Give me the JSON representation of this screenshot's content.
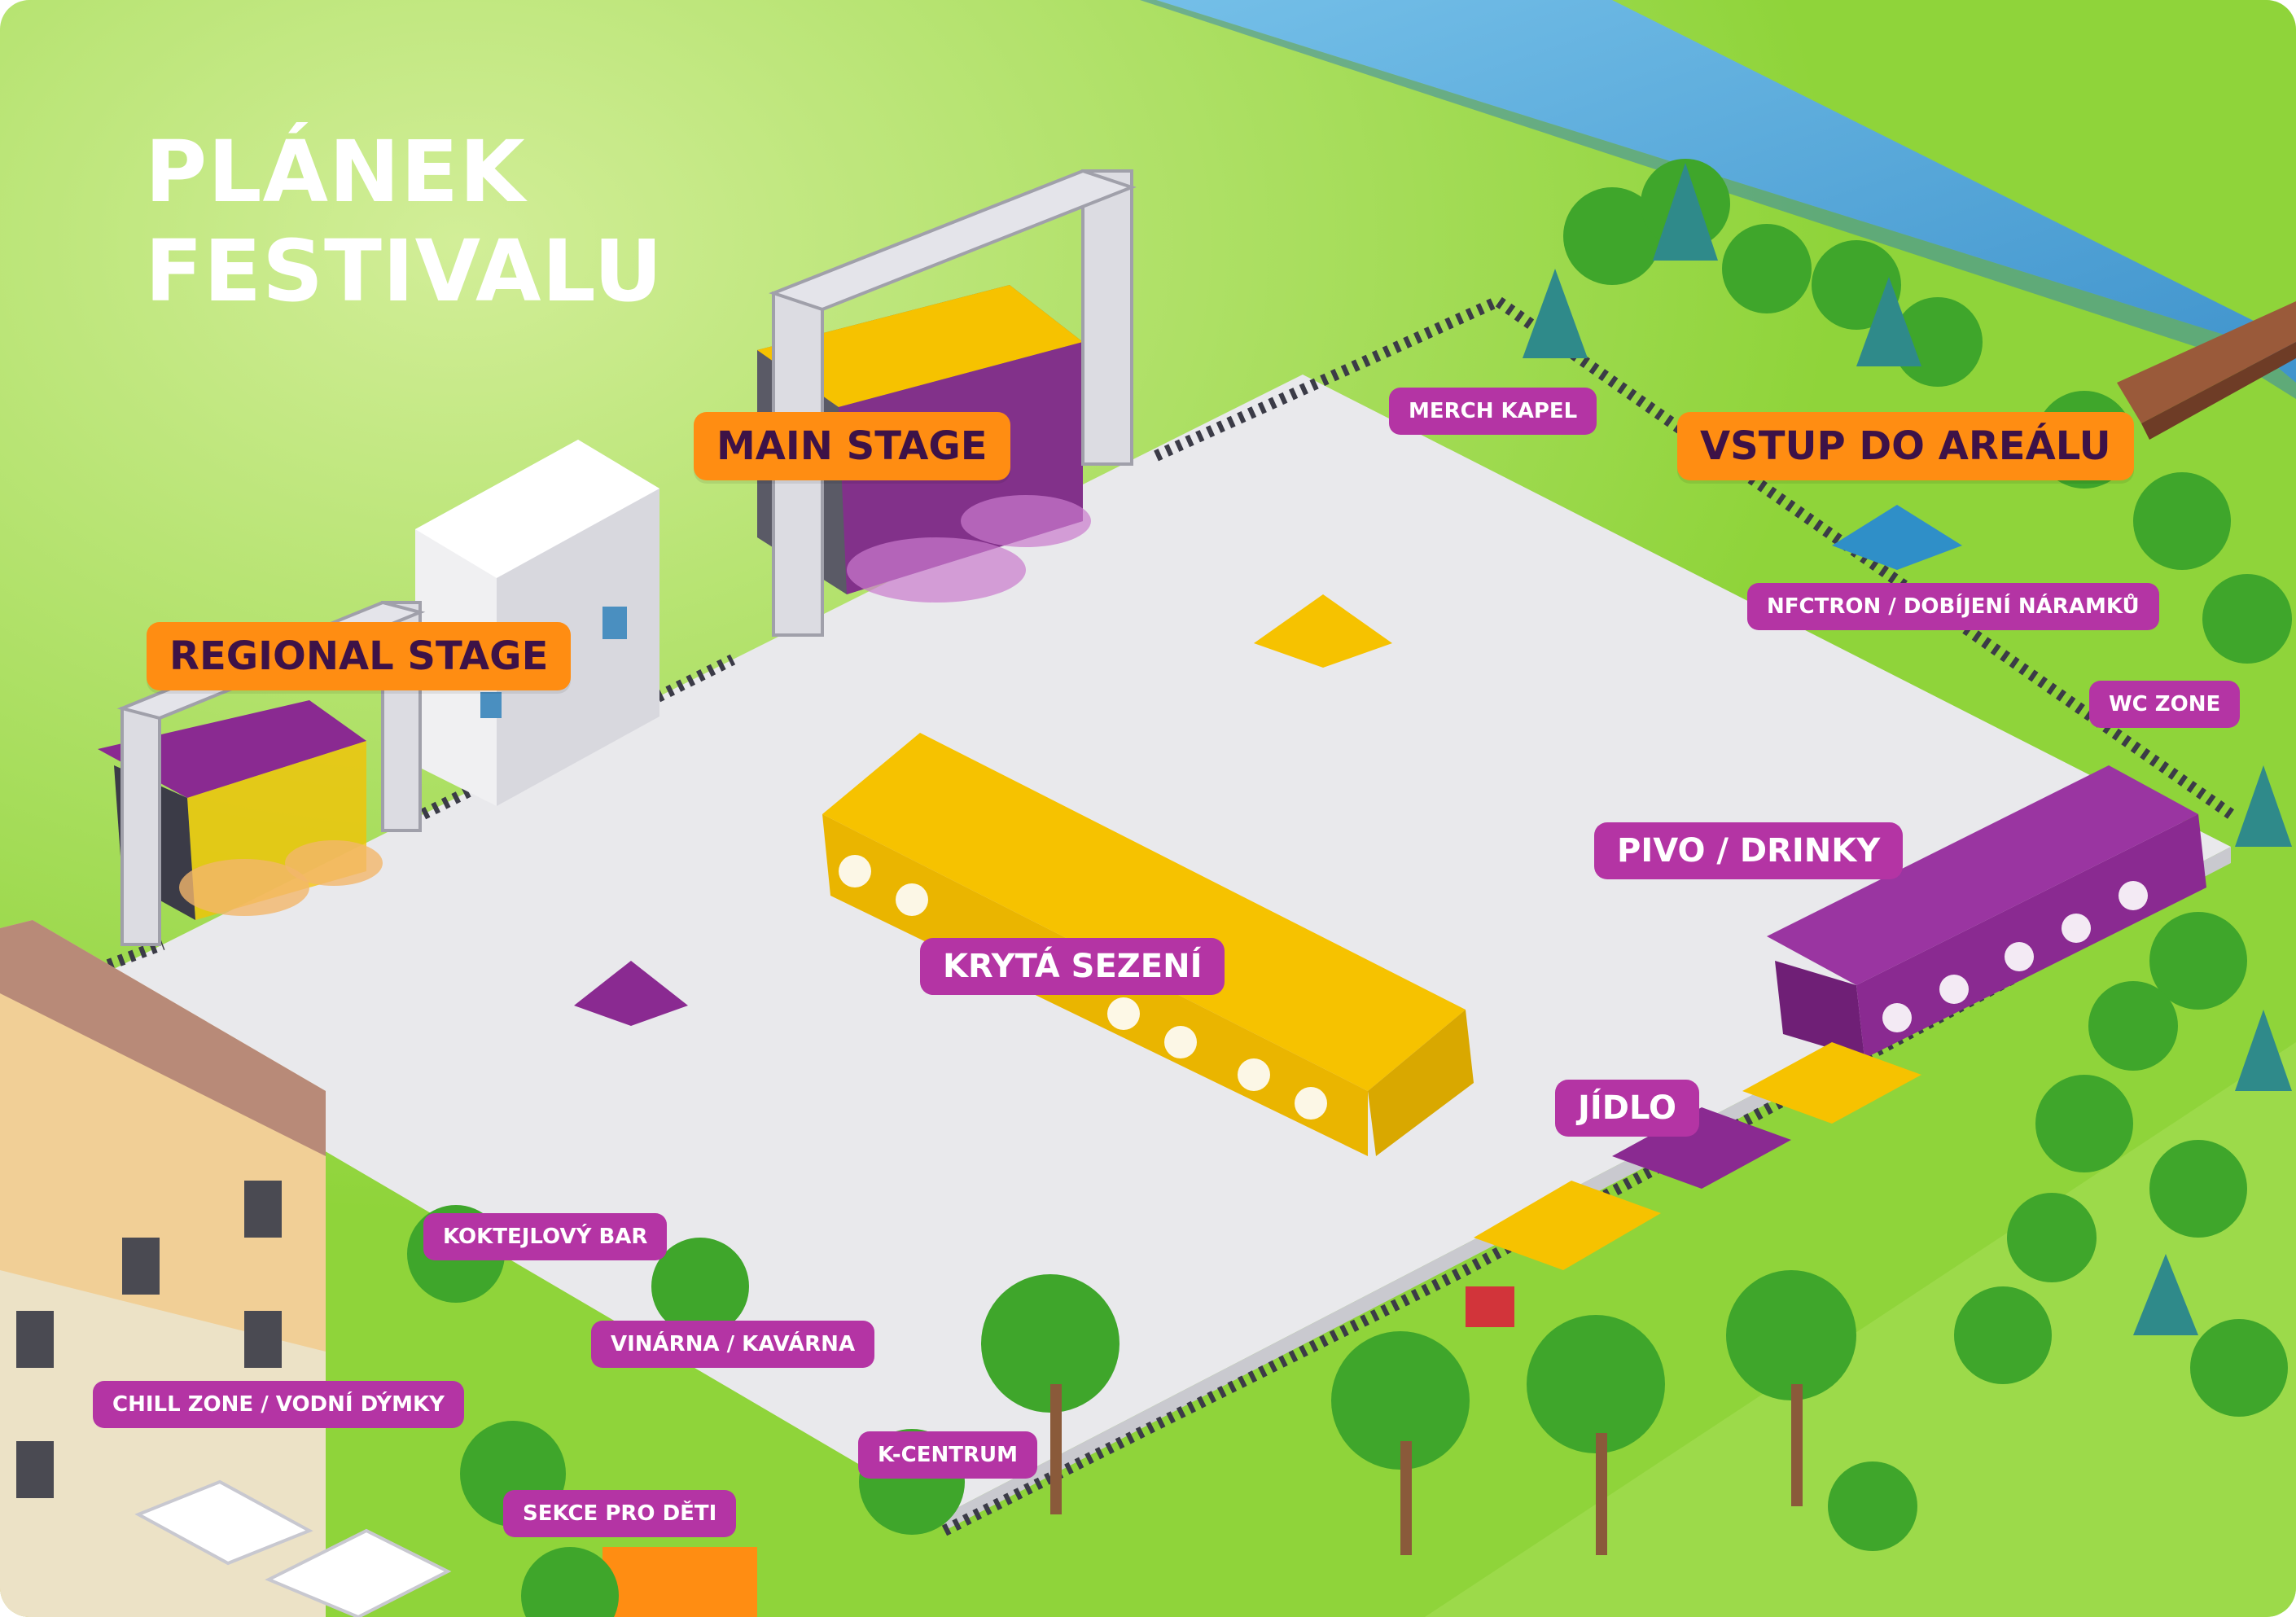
{
  "map": {
    "title_line1": "PLÁNEK",
    "title_line2": "FESTIVALU",
    "colors": {
      "grass": "#8fd43a",
      "grass_light": "#b9e46c",
      "venue_ground": "#e9e9ec",
      "river": "#4fa3d6",
      "label_orange": "#ff8d12",
      "label_purple": "#b434a4",
      "tent_yellow": "#f6c200",
      "tent_purple": "#8a2a91",
      "tree_green": "#3fa62b"
    }
  },
  "labels": {
    "main_stage": "MAIN STAGE",
    "regional_stage": "REGIONAL STAGE",
    "entrance": "VSTUP DO AREÁLU",
    "merch": "MERCH KAPEL",
    "nfctron": "NFCTRON / DOBÍJENÍ NÁRAMKŮ",
    "wc": "WC ZONE",
    "beer": "PIVO / DRINKY",
    "covered_seating": "KRYTÁ SEZENÍ",
    "food": "JÍDLO",
    "cocktail": "KOKTEJLOVÝ BAR",
    "wine": "VINÁRNA / KAVÁRNA",
    "chill": "CHILL ZONE / VODNÍ DÝMKY",
    "kcentrum": "K-CENTRUM",
    "kids": "SEKCE PRO DĚTI"
  }
}
